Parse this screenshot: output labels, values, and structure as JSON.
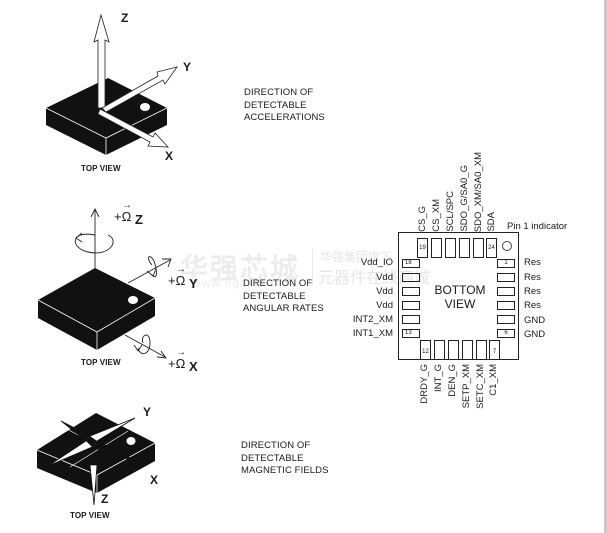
{
  "watermark": {
    "brand": "华强芯城",
    "tagline_1": "华强集团旗下",
    "tagline_2": "元器件在线商城",
    "url": "www.hqchip.com"
  },
  "diagrams": [
    {
      "id": "accelerations",
      "caption": [
        "DIRECTION OF",
        "DETECTABLE",
        "ACCELERATIONS"
      ],
      "view_label": "TOP VIEW",
      "axes": {
        "z": "Z",
        "y": "Y",
        "x": "X"
      }
    },
    {
      "id": "angular-rates",
      "caption": [
        "DIRECTION OF",
        "DETECTABLE",
        "ANGULAR RATES"
      ],
      "view_label": "TOP VIEW",
      "axes": {
        "omega": "+Ω",
        "z": "Z",
        "y": "Y",
        "x": "X"
      }
    },
    {
      "id": "magnetic-fields",
      "caption": [
        "DIRECTION OF",
        "DETECTABLE",
        "MAGNETIC FIELDS"
      ],
      "view_label": "TOP VIEW",
      "axes": {
        "y": "Y",
        "x": "X",
        "z": "Z"
      }
    }
  ],
  "pinout": {
    "center_label": [
      "BOTTOM",
      "VIEW"
    ],
    "pin1_indicator": "Pin 1 indicator",
    "top_pins": [
      "CS_G",
      "CS_XM",
      "SCL/SPC",
      "SDO_G/SA0_G",
      "SDO_XM/SA0_XM",
      "SDA"
    ],
    "top_numbers": {
      "first": "19",
      "last": "24"
    },
    "left_pins": [
      "Vdd_IO",
      "Vdd",
      "Vdd",
      "Vdd",
      "INT2_XM",
      "INT1_XM"
    ],
    "left_numbers": {
      "first": "18",
      "last": "13"
    },
    "right_pins": [
      "Res",
      "Res",
      "Res",
      "Res",
      "GND",
      "GND"
    ],
    "right_numbers": {
      "first": "1",
      "last": "6"
    },
    "bottom_pins": [
      "DRDY_G",
      "INT_G",
      "DEN_G",
      "SETP_XM",
      "SETC_XM",
      "C1_XM"
    ],
    "bottom_numbers": {
      "first": "12",
      "last": "7"
    }
  }
}
